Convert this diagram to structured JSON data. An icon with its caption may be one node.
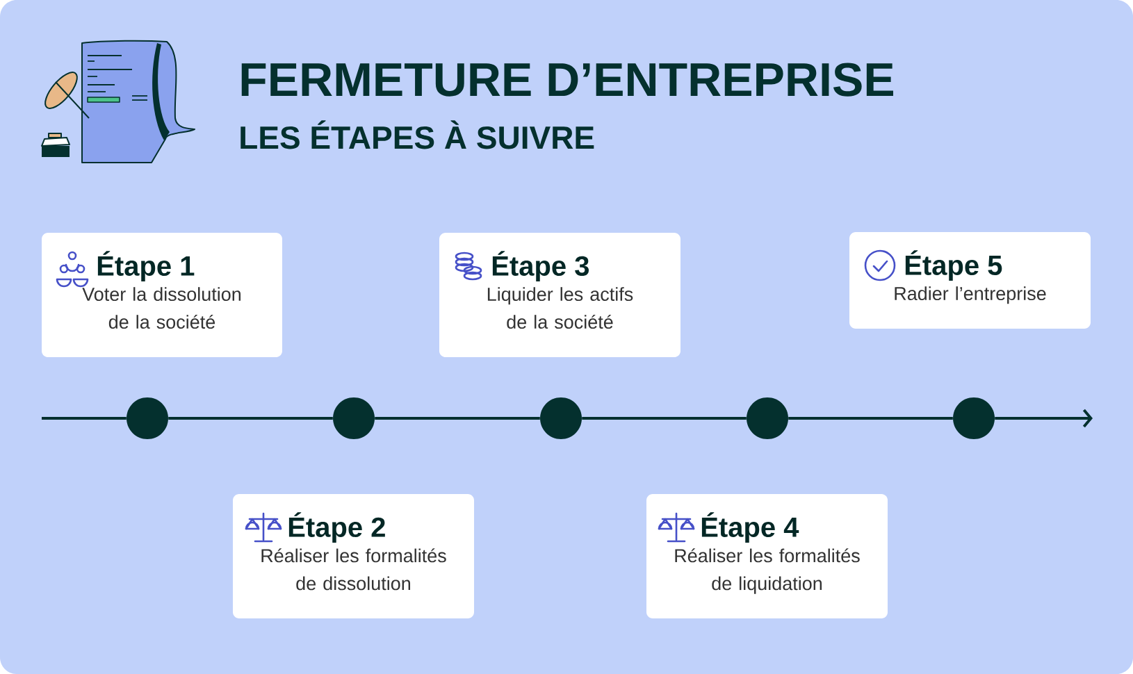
{
  "diagram": {
    "title": "FERMETURE D’ENTREPRISE",
    "nodes": [
      {
        "text": [
          "Étape 1",
          "Voter la dissolution de la société"
        ]
      },
      {
        "text": [
          "Étape 2",
          "Réaliser les formalités de dissolution"
        ]
      },
      {
        "text": [
          "Étape 3",
          "Liquider les actifs de la société"
        ]
      },
      {
        "text": [
          "Étape 4",
          "Réaliser les formalités de liquidation"
        ]
      },
      {
        "text": [
          "Étape 5",
          "Radier l’entreprise"
        ]
      },
      {
        "text": [],
        "shape": "circle"
      },
      {
        "text": [],
        "shape": "circle"
      },
      {
        "text": [],
        "shape": "circle"
      },
      {
        "text": [],
        "shape": "circle"
      },
      {
        "text": [],
        "shape": "circle"
      }
    ],
    "edges": [
      {
        "from": null,
        "to": 5,
        "arrow": "none"
      },
      {
        "from": 5,
        "to": 6,
        "arrow": "none"
      },
      {
        "from": 6,
        "to": 7,
        "arrow": "none"
      },
      {
        "from": 7,
        "to": 8,
        "arrow": "none"
      },
      {
        "from": 8,
        "to": 9,
        "arrow": "none"
      },
      {
        "from": 9,
        "to": null,
        "arrow": "to"
      }
    ],
    "labels": [
      "LES ÉTAPES À SUIVRE"
    ]
  }
}
